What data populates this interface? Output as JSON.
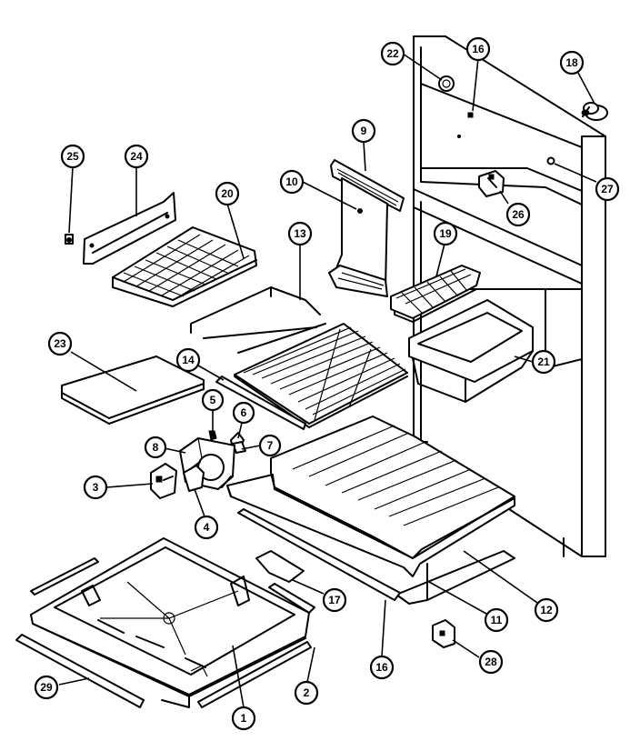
{
  "callouts": [
    {
      "id": "c22",
      "label": "22"
    },
    {
      "id": "c16a",
      "label": "16"
    },
    {
      "id": "c18",
      "label": "18"
    },
    {
      "id": "c25",
      "label": "25"
    },
    {
      "id": "c24",
      "label": "24"
    },
    {
      "id": "c9",
      "label": "9"
    },
    {
      "id": "c27",
      "label": "27"
    },
    {
      "id": "c10",
      "label": "10"
    },
    {
      "id": "c20",
      "label": "20"
    },
    {
      "id": "c26",
      "label": "26"
    },
    {
      "id": "c13",
      "label": "13"
    },
    {
      "id": "c19",
      "label": "19"
    },
    {
      "id": "c23",
      "label": "23"
    },
    {
      "id": "c14",
      "label": "14"
    },
    {
      "id": "c21",
      "label": "21"
    },
    {
      "id": "c5",
      "label": "5"
    },
    {
      "id": "c6",
      "label": "6"
    },
    {
      "id": "c8",
      "label": "8"
    },
    {
      "id": "c7",
      "label": "7"
    },
    {
      "id": "c3",
      "label": "3"
    },
    {
      "id": "c4",
      "label": "4"
    },
    {
      "id": "c17",
      "label": "17"
    },
    {
      "id": "c12",
      "label": "12"
    },
    {
      "id": "c11",
      "label": "11"
    },
    {
      "id": "c28",
      "label": "28"
    },
    {
      "id": "c29",
      "label": "29"
    },
    {
      "id": "c16b",
      "label": "16"
    },
    {
      "id": "c2",
      "label": "2"
    },
    {
      "id": "c1",
      "label": "1"
    }
  ]
}
